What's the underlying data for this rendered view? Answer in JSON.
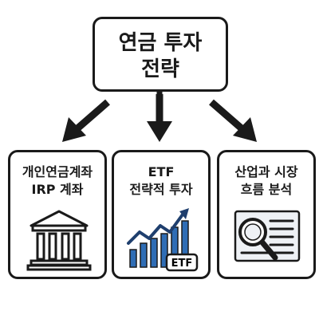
{
  "root": {
    "line1": "연금 투자",
    "line2": "전략"
  },
  "branches": [
    {
      "line1": "개인연금계좌",
      "line2": "IRP 계좌",
      "icon": "bank-building-icon"
    },
    {
      "line1": "ETF",
      "line2": "전략적 투자",
      "icon": "rising-bar-chart-icon",
      "badge": "ETF"
    },
    {
      "line1": "산업과 시장",
      "line2": "흐름 분석",
      "icon": "document-magnifier-icon"
    }
  ],
  "colors": {
    "stroke": "#1a1a1a",
    "accent_blue": "#2f6db5",
    "chart_navy": "#1f3f6e",
    "paper_fill": "#eef1f5"
  }
}
